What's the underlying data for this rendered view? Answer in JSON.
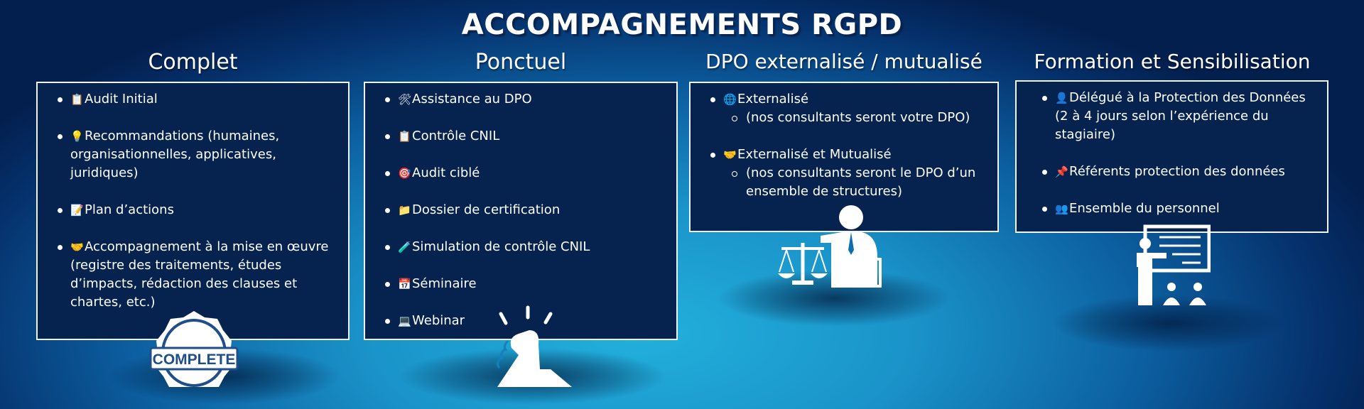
{
  "title": "ACCOMPAGNEMENTS RGPD",
  "columns": [
    {
      "heading": "Complet",
      "items": [
        {
          "icon": "📋",
          "text": "Audit Initial"
        },
        {
          "icon": "💡",
          "text": "Recommandations (humaines, organisationnelles, applicatives, juridiques)"
        },
        {
          "icon": "📝",
          "text": "Plan d’actions"
        },
        {
          "icon": "🤝",
          "text": "Accompagnement à la mise en œuvre (registre des traitements, études d’impacts, rédaction des clauses et chartes, etc.)"
        }
      ],
      "badge": "COMPLETE"
    },
    {
      "heading": "Ponctuel",
      "items": [
        {
          "icon": "🛠",
          "text": "Assistance au DPO"
        },
        {
          "icon": "📋",
          "text": "Contrôle CNIL"
        },
        {
          "icon": "🎯",
          "text": "Audit ciblé"
        },
        {
          "icon": "📁",
          "text": "Dossier de certification"
        },
        {
          "icon": "🧪",
          "text": "Simulation de contrôle CNIL"
        },
        {
          "icon": "📅",
          "text": "Séminaire"
        },
        {
          "icon": "💻",
          "text": "Webinar"
        }
      ]
    },
    {
      "heading": "DPO externalisé / mutualisé",
      "items": [
        {
          "icon": "🌐",
          "text": "Externalisé",
          "sub": "(nos consultants seront votre DPO)"
        },
        {
          "icon": "🤝",
          "text": "Externalisé et Mutualisé",
          "sub": "(nos consultants seront le DPO d’un ensemble de structures)"
        }
      ]
    },
    {
      "heading": "Formation et Sensibilisation",
      "items": [
        {
          "icon": "👤",
          "text": "Délégué à la Protection des Données (2 à 4 jours selon l’expérience du stagiaire)"
        },
        {
          "icon": "📌",
          "text": "Référents protection des données"
        },
        {
          "icon": "👥",
          "text": "Ensemble du personnel"
        }
      ]
    }
  ]
}
